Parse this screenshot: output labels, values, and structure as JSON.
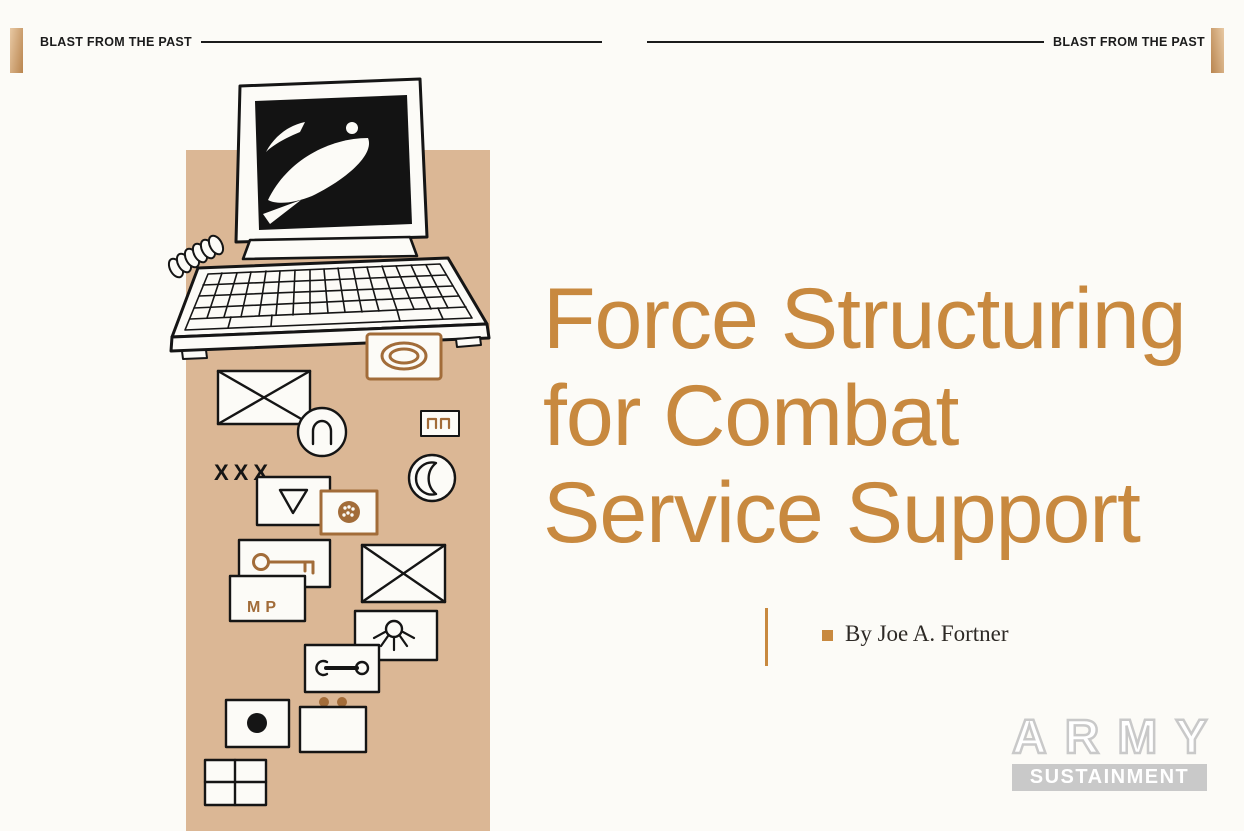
{
  "colors": {
    "accent_orange": "#C8893F",
    "brown_symbol": "#A26C39",
    "column_tan": "#DBB795",
    "logo_gray": "#C9C9C9",
    "ink": "#151515"
  },
  "header": {
    "left_label": "BLAST FROM THE PAST",
    "right_label": "BLAST FROM THE PAST"
  },
  "article": {
    "title_line1": "Force Structuring",
    "title_line2": "for Combat",
    "title_line3": "Service Support",
    "byline": "By Joe A. Fortner"
  },
  "illustration": {
    "echelon_marking": "XXX",
    "mp_label": "MP",
    "icons": [
      "crt-monitor-icon",
      "keyboard-icon",
      "coiled-cord-icon",
      "oval-ring-box-symbol",
      "crossed-box-symbol",
      "horseshoe-circle-symbol",
      "double-gate-box-symbol",
      "crescent-circle-symbol",
      "inverted-triangle-box-symbol",
      "dotted-circle-box-symbol",
      "key-box-symbol",
      "mp-box-symbol",
      "crossed-box-symbol-2",
      "radiating-circle-box-symbol",
      "wrench-box-symbol",
      "solid-dot-box-symbol",
      "two-dot-box-symbol",
      "quartered-box-symbol"
    ]
  },
  "logo": {
    "line1": "ARMY",
    "line2": "SUSTAINMENT"
  }
}
